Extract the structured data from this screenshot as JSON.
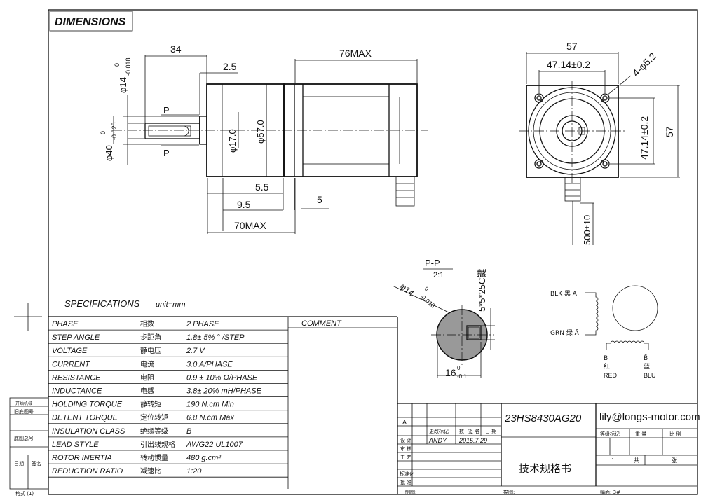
{
  "header": {
    "title": "DIMENSIONS"
  },
  "dims": {
    "d34": "34",
    "d2_5": "2.5",
    "d76max": "76MAX",
    "phi14": "φ14",
    "tol_14": "-0.018",
    "zero": "0",
    "phi40": "φ40",
    "tol_40": "-0.025",
    "p": "P",
    "phi17": "φ17.0",
    "phi57": "φ57.0",
    "d5_5": "5.5",
    "d5": "5",
    "d9_5": "9.5",
    "d70max": "70MAX",
    "d57": "57",
    "d47_14": "47.14±0.2",
    "holes": "4-φ5.2",
    "d500": "500±10"
  },
  "section": {
    "title": "P-P",
    "scale": "2:1",
    "phi14": "φ14",
    "tol": "-0.018",
    "zero": "0",
    "key": "5*5*25C键",
    "w16": "16",
    "tol16": "-0.1"
  },
  "wiring": {
    "blk": "BLK 黑 A",
    "grn": "GRN 绿 Ā",
    "b": "B",
    "bbar": "B̄",
    "red_cn": "红",
    "blu_cn": "蓝",
    "red": "RED",
    "blu": "BLU"
  },
  "specs": {
    "title": "SPECIFICATIONS",
    "unit": "unit=mm",
    "comment": "COMMENT",
    "rows": [
      {
        "en": "PHASE",
        "cn": "相数",
        "val": "2  PHASE"
      },
      {
        "en": "STEP ANGLE",
        "cn": "步距角",
        "val": "1.8± 5% ° /STEP"
      },
      {
        "en": "VOLTAGE",
        "cn": "静电压",
        "val": "2.7 V"
      },
      {
        "en": "CURRENT",
        "cn": "电流",
        "val": "3.0 A/PHASE"
      },
      {
        "en": "RESISTANCE",
        "cn": "电阻",
        "val": "0.9 ± 10%  Ω/PHASE"
      },
      {
        "en": "INDUCTANCE",
        "cn": "电感",
        "val": "3.8± 20% mH/PHASE"
      },
      {
        "en": "HOLDING TORQUE",
        "cn": "静转矩",
        "val": "190  N.cm Min"
      },
      {
        "en": "DETENT TORQUE",
        "cn": "定位转矩",
        "val": "6.8 N.cm Max"
      },
      {
        "en": "INSULATION CLASS",
        "cn": "绝缘等级",
        "val": "B"
      },
      {
        "en": "LEAD STYLE",
        "cn": "引出线规格",
        "val": "AWG22   UL1007"
      },
      {
        "en": "ROTOR INERTIA",
        "cn": "转动惯量",
        "val": "480 g.cm²"
      },
      {
        "en": "REDUCTION RATIO",
        "cn": "减速比",
        "val": "1:20"
      }
    ]
  },
  "side": [
    "开始机械",
    "旧底图号",
    "底图总号",
    "日期",
    "签名",
    "格式 (1)"
  ],
  "titleblock": {
    "a": "A",
    "change": "更改标记",
    "count": "数",
    "sign": "签 名",
    "date_h": "日 期",
    "design": "设  计",
    "designer": "ANDY",
    "date": "2015.7.29",
    "check": "审  核",
    "craft": "工  艺",
    "standard": "标准化",
    "approve": "批  准",
    "model": "23HS8430AG20",
    "email": "lily@longs-motor.com",
    "grade": "等级标记",
    "weight": "重  量",
    "ratio": "比  例",
    "doc": "技术规格书",
    "one": "1",
    "total": "共",
    "sheet": "张",
    "drawn": "制图:",
    "traced": "描图:",
    "format": "幅面: 3#"
  }
}
